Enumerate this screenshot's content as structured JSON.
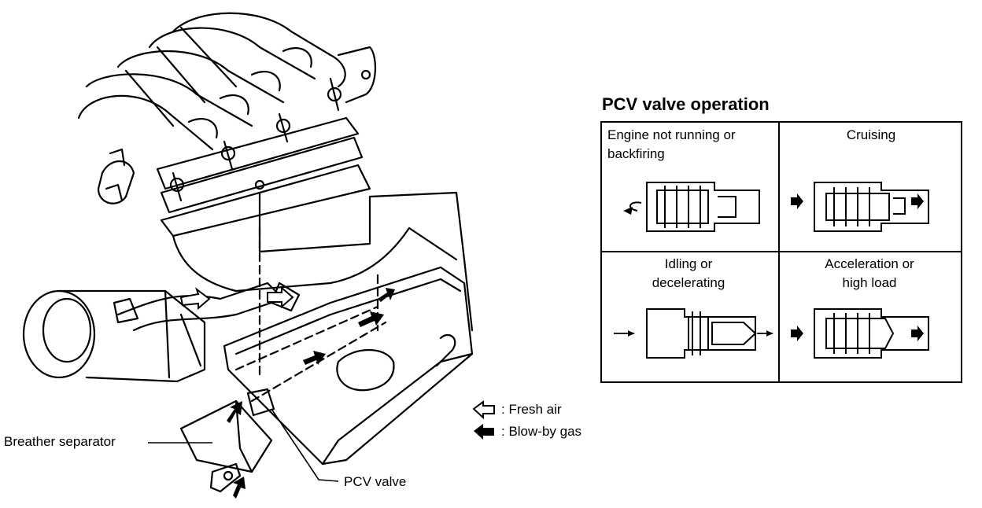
{
  "title": "PCV valve operation",
  "table": {
    "cells": [
      {
        "id": "engine-not-running",
        "text": "Engine not running or backfiring"
      },
      {
        "id": "cruising",
        "text": "Cruising"
      },
      {
        "id": "idling",
        "text": "Idling or decelerating"
      },
      {
        "id": "acceleration",
        "text": "Acceleration or high load"
      }
    ]
  },
  "callouts": {
    "breather_separator": "Breather separator",
    "pcv_valve": "PCV valve"
  },
  "legend": {
    "fresh_air": ": Fresh air",
    "blow_by_gas": ": Blow-by gas"
  }
}
